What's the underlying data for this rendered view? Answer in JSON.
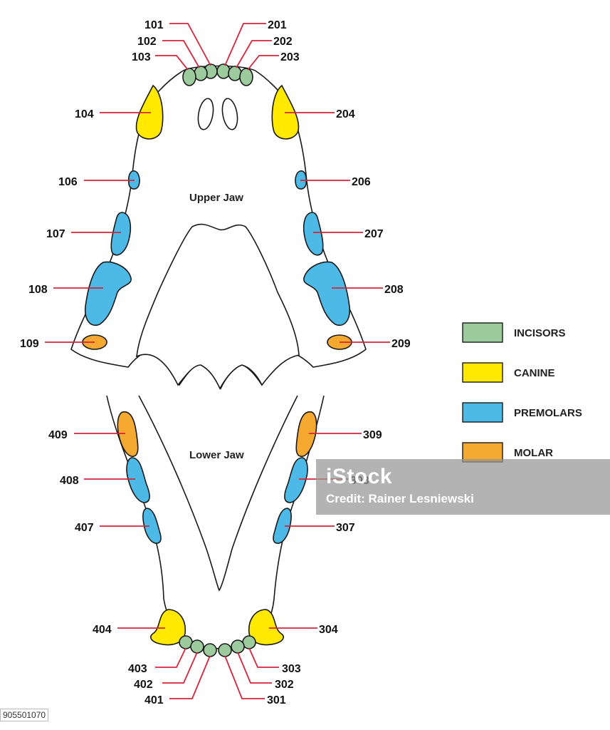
{
  "colors": {
    "incisor": "#9ccb9e",
    "canine": "#ffe900",
    "premolar": "#4db9e6",
    "molar": "#f5a931",
    "leader": "#d6243a"
  },
  "jaw_labels": {
    "upper": "Upper Jaw",
    "lower": "Lower Jaw"
  },
  "legend": [
    {
      "label": "INCISORS",
      "type": "incisor"
    },
    {
      "label": "CANINE",
      "type": "canine"
    },
    {
      "label": "PREMOLARS",
      "type": "premolar"
    },
    {
      "label": "MOLAR",
      "type": "molar"
    }
  ],
  "teeth": [
    {
      "id": "101",
      "type": "incisor"
    },
    {
      "id": "102",
      "type": "incisor"
    },
    {
      "id": "103",
      "type": "incisor"
    },
    {
      "id": "201",
      "type": "incisor"
    },
    {
      "id": "202",
      "type": "incisor"
    },
    {
      "id": "203",
      "type": "incisor"
    },
    {
      "id": "104",
      "type": "canine"
    },
    {
      "id": "204",
      "type": "canine"
    },
    {
      "id": "106",
      "type": "premolar"
    },
    {
      "id": "206",
      "type": "premolar"
    },
    {
      "id": "107",
      "type": "premolar"
    },
    {
      "id": "207",
      "type": "premolar"
    },
    {
      "id": "108",
      "type": "premolar"
    },
    {
      "id": "208",
      "type": "premolar"
    },
    {
      "id": "109",
      "type": "molar"
    },
    {
      "id": "209",
      "type": "molar"
    },
    {
      "id": "409",
      "type": "molar"
    },
    {
      "id": "309",
      "type": "molar"
    },
    {
      "id": "408",
      "type": "premolar"
    },
    {
      "id": "308",
      "type": "premolar"
    },
    {
      "id": "407",
      "type": "premolar"
    },
    {
      "id": "307",
      "type": "premolar"
    },
    {
      "id": "404",
      "type": "canine"
    },
    {
      "id": "304",
      "type": "canine"
    },
    {
      "id": "403",
      "type": "incisor"
    },
    {
      "id": "402",
      "type": "incisor"
    },
    {
      "id": "401",
      "type": "incisor"
    },
    {
      "id": "303",
      "type": "incisor"
    },
    {
      "id": "302",
      "type": "incisor"
    },
    {
      "id": "301",
      "type": "incisor"
    }
  ],
  "watermark": {
    "logo": "iStock",
    "credit": "Credit: Rainer Lesniewski"
  },
  "stock_id": "905501070"
}
